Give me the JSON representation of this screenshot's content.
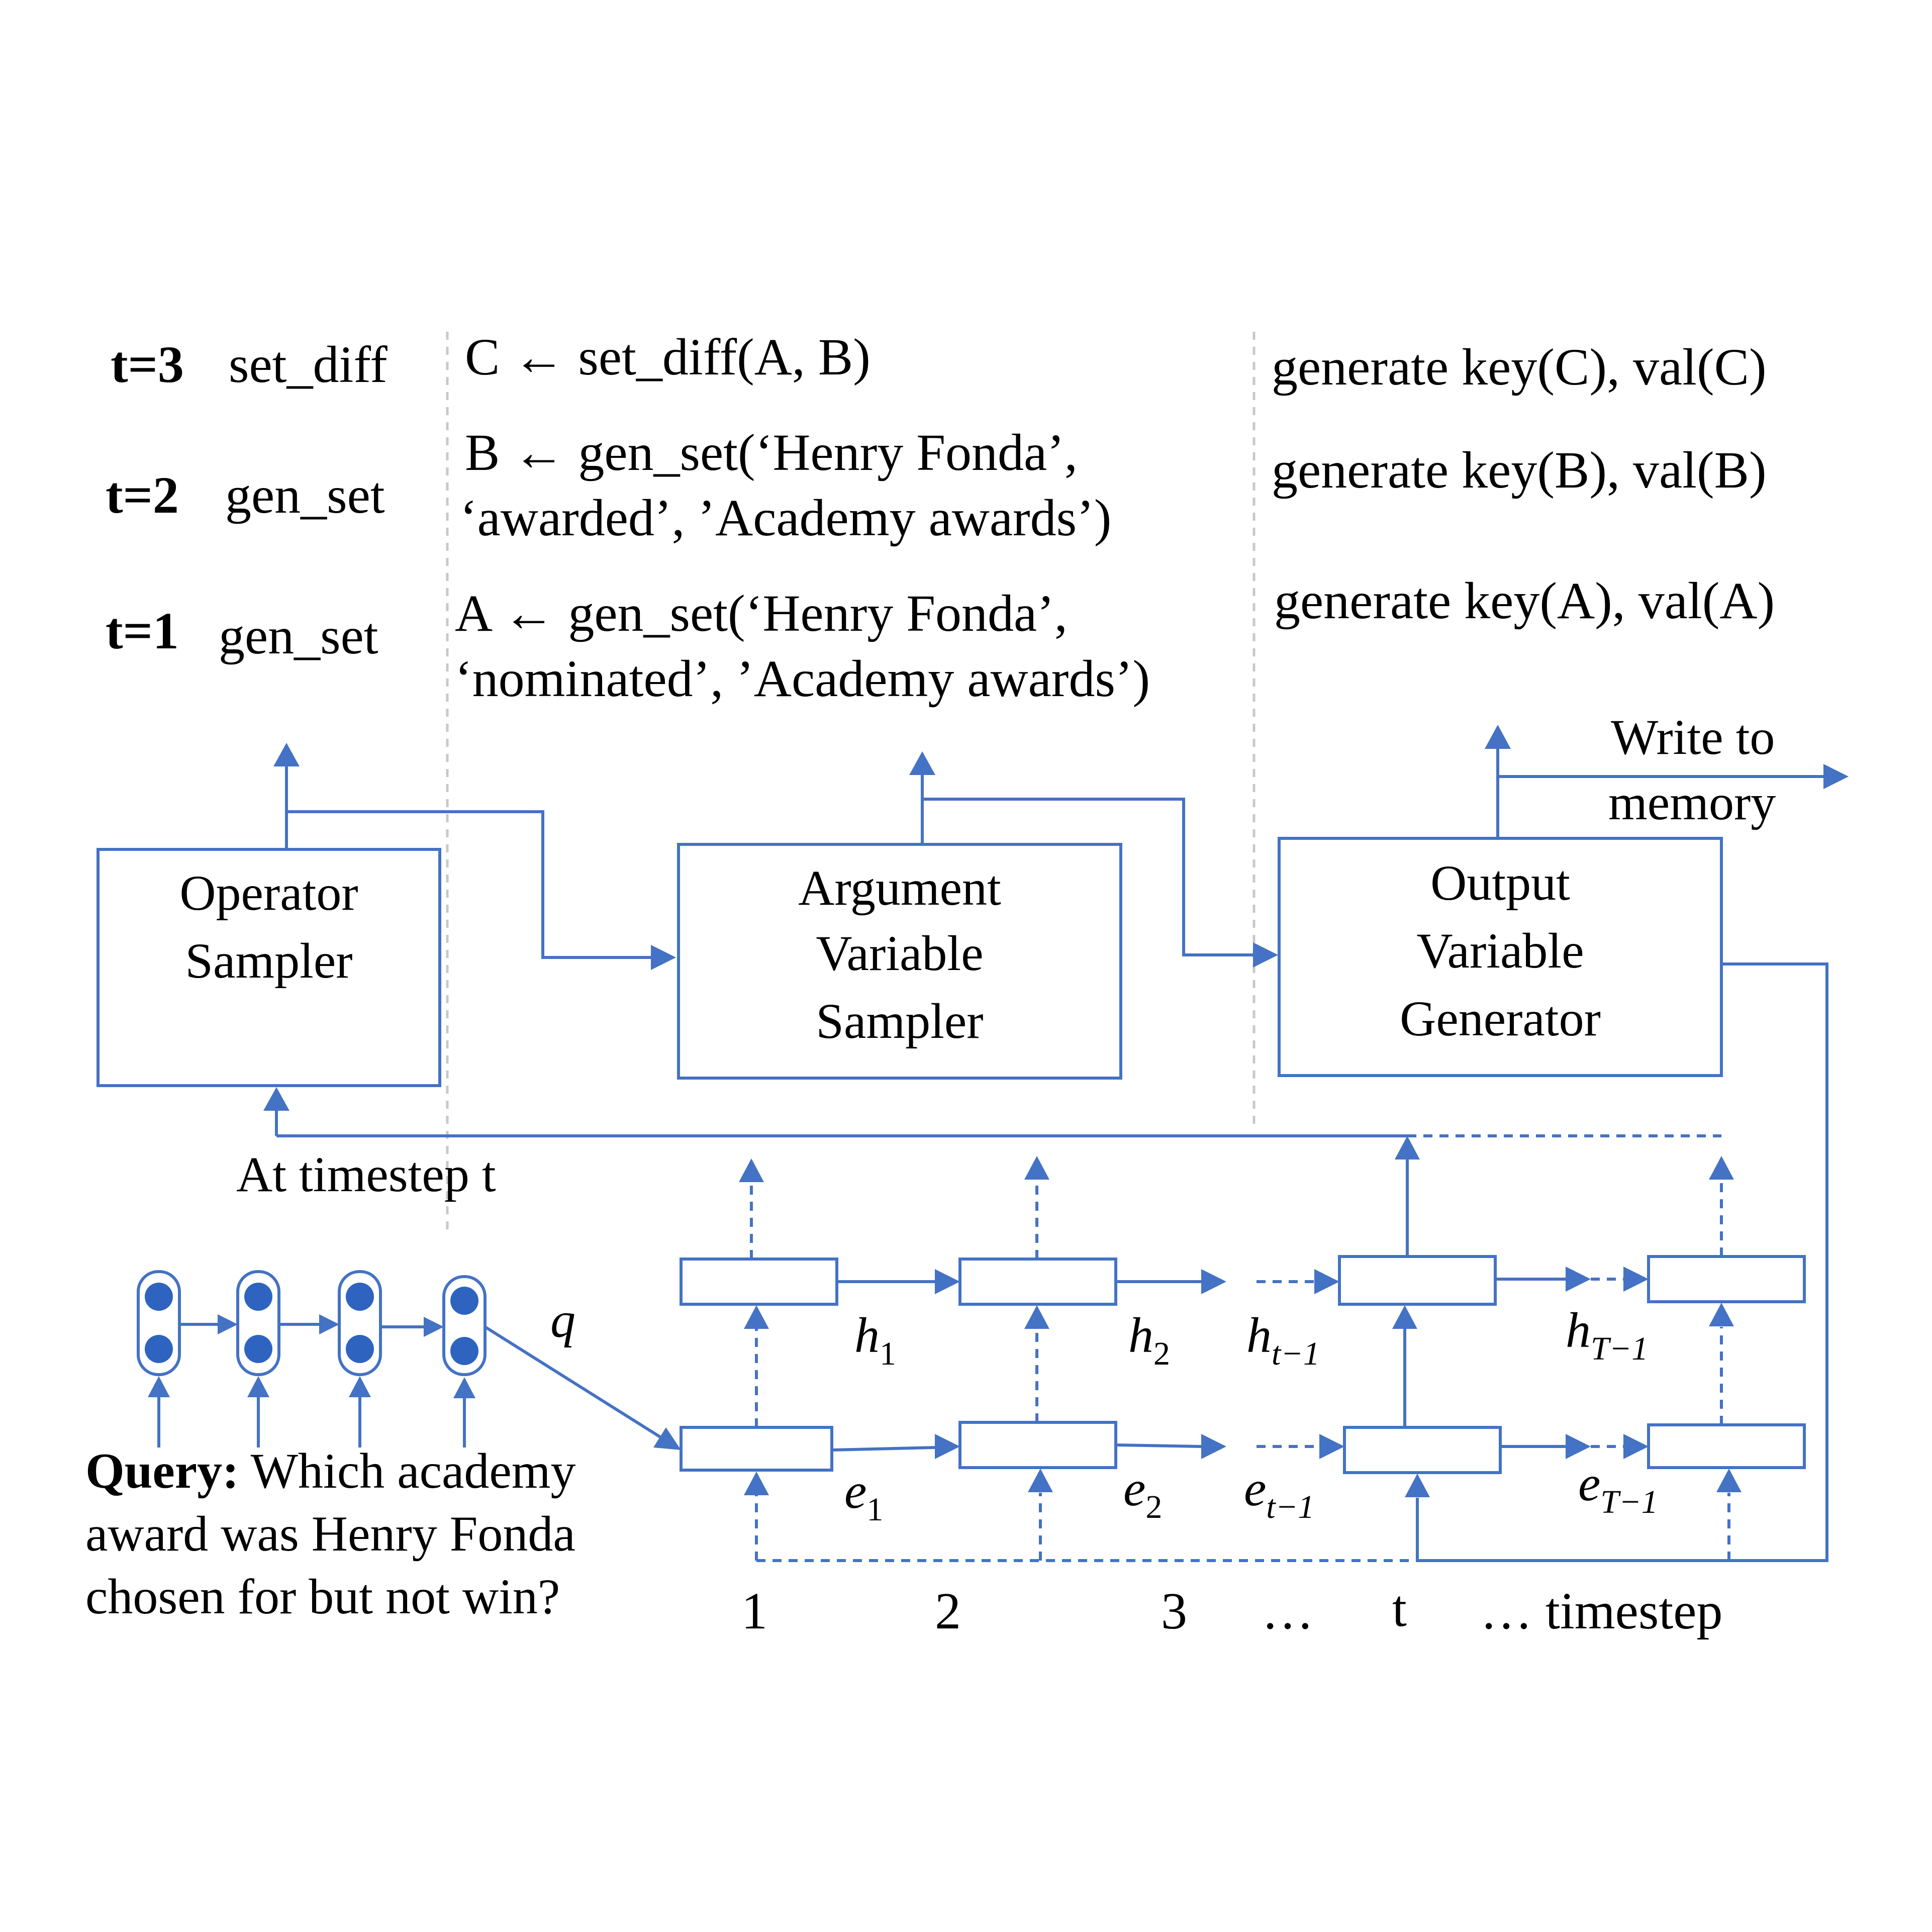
{
  "steps": [
    {
      "t": "t=3",
      "op": "set_diff",
      "program": [
        "C ← set_diff(A, B)"
      ],
      "output": "generate key(C), val(C)"
    },
    {
      "t": "t=2",
      "op": "gen_set",
      "program": [
        "B ← gen_set(‘Henry Fonda’,",
        "‘awarded’, ’Academy awards’)"
      ],
      "output": "generate key(B), val(B)"
    },
    {
      "t": "t=1",
      "op": "gen_set",
      "program": [
        "A ← gen_set(‘Henry Fonda’,",
        "‘nominated’, ’Academy awards’)"
      ],
      "output": "generate key(A), val(A)"
    }
  ],
  "modules": {
    "operator": [
      "Operator",
      "Sampler"
    ],
    "argument": [
      "Argument",
      "Variable",
      "Sampler"
    ],
    "output": [
      "Output",
      "Variable",
      "Generator"
    ]
  },
  "write_memory": [
    "Write to",
    "memory"
  ],
  "at_timestep": "At timestep t",
  "query": {
    "prefix": "Query:",
    "lines": [
      " Which academy",
      "award was Henry Fonda",
      "chosen for but not win?"
    ]
  },
  "q_label": "q",
  "h_labels": [
    {
      "base": "h",
      "sub": "1"
    },
    {
      "base": "h",
      "sub": "2"
    },
    {
      "base": "h",
      "sub": "t−1"
    },
    {
      "base": "h",
      "sub": "T−1"
    }
  ],
  "e_labels": [
    {
      "base": "e",
      "sub": "1"
    },
    {
      "base": "e",
      "sub": "2"
    },
    {
      "base": "e",
      "sub": "t−1"
    },
    {
      "base": "e",
      "sub": "T−1"
    }
  ],
  "timestep_labels": [
    "1",
    "2",
    "3",
    "…",
    "t",
    "… timestep"
  ],
  "colors": {
    "accent": "#4472c4",
    "dot": "#2f63c0",
    "separator": "#c8c8c8"
  }
}
